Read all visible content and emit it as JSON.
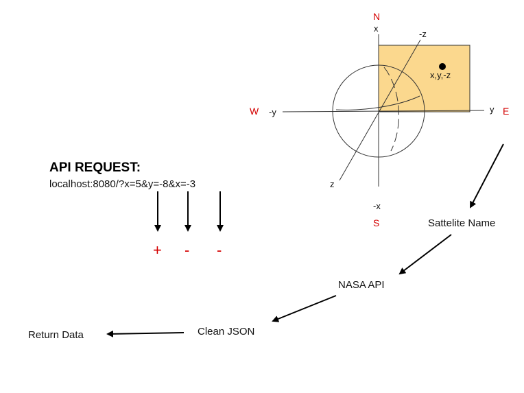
{
  "colors": {
    "compass": "#d40000",
    "sign": "#d40000",
    "box_fill": "#fbd88e",
    "box_stroke": "#333333",
    "ink": "#000000"
  },
  "compass": {
    "north": "N",
    "south": "S",
    "west": "W",
    "east": "E"
  },
  "axes": {
    "x_pos": "x",
    "x_neg": "-x",
    "y_pos": "y",
    "y_neg": "-y",
    "z_pos": "z",
    "z_neg": "-z"
  },
  "point_label": "x,y,-z",
  "api": {
    "title": "API REQUEST:",
    "url": "localhost:8080/?x=5&y=-8&x=-3",
    "signs": [
      "+",
      "-",
      "-"
    ]
  },
  "flow": {
    "satellite": "Sattelite Name",
    "nasa": "NASA API",
    "clean": "Clean JSON",
    "return": "Return Data"
  }
}
